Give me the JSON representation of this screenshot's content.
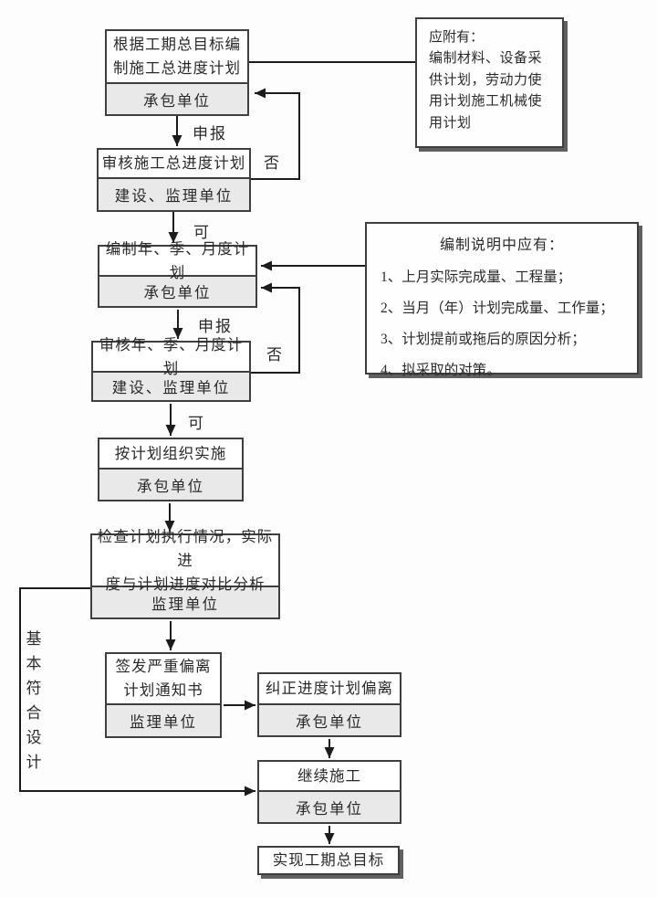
{
  "flow": {
    "b1": {
      "title_lines": [
        "根据工期总目标编",
        "制施工总进度计划"
      ],
      "agency": "承包单位"
    },
    "b2": {
      "title": "审核施工总进度计划",
      "agency": "建设、监理单位"
    },
    "b3": {
      "title": "编制年、季、月度计划",
      "agency": "承包单位"
    },
    "b4": {
      "title": "审核年、季、月度计划",
      "agency": "建设、监理单位"
    },
    "b5": {
      "title": "按计划组织实施",
      "agency": "承包单位"
    },
    "b6": {
      "title_lines": [
        "检查计划执行情况，实际进",
        "度与计划进度对比分析"
      ],
      "agency": "监理单位"
    },
    "b7": {
      "title_lines": [
        "签发严重偏离",
        "计划通知书"
      ],
      "agency": "监理单位"
    },
    "b8": {
      "title": "纠正进度计划偏离",
      "agency": "承包单位"
    },
    "b9": {
      "title": "继续施工",
      "agency": "承包单位"
    },
    "b10": {
      "title": "实现工期总目标"
    }
  },
  "edge_labels": {
    "declare": "申报",
    "reject": "否",
    "approve": "可",
    "basically_conforms": "基本符合设计"
  },
  "notes": {
    "attachments": {
      "header": "应附有：",
      "body": "编制材料、设备采供计划，劳动力使用计划施工机械使用计划"
    },
    "explanation": {
      "header": "编制说明中应有：",
      "items": [
        "1、上月实际完成量、工程量；",
        "2、当月（年）计划完成量、工作量；",
        "3、计划提前或拖后的原因分析；",
        "4、拟采取的对策。"
      ]
    }
  },
  "colors": {
    "agency_fill": "#e9e9e9",
    "box_border": "#3f3f3f",
    "arrow": "#1c1c1c",
    "shadow": "#606060",
    "background": "#fdfdfd"
  }
}
